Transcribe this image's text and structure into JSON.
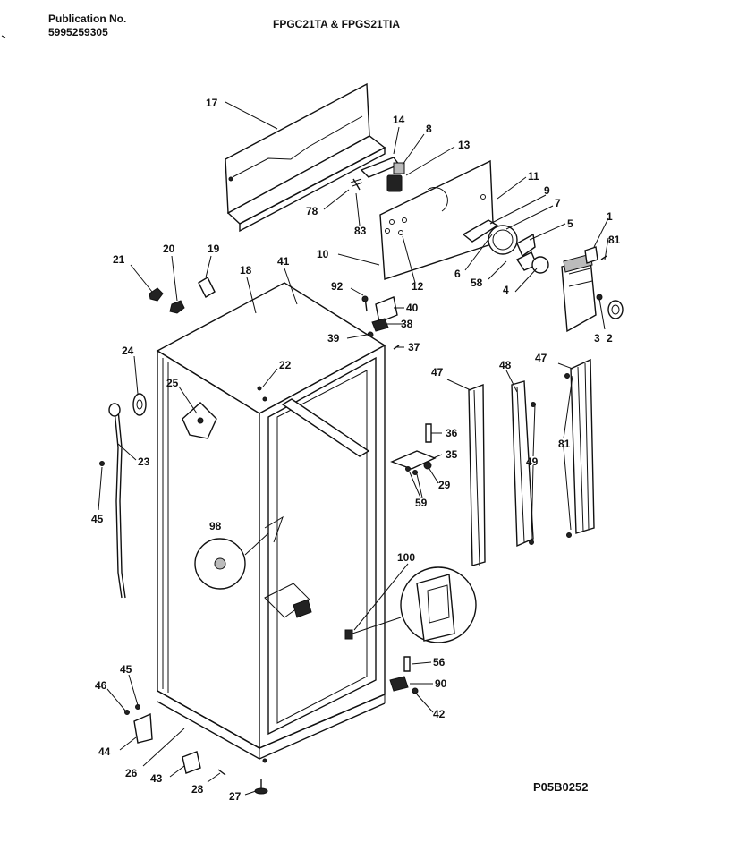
{
  "header": {
    "publication_label": "Publication No.",
    "publication_number": "5995259305",
    "models": "FPGC21TA & FPGS21TIA"
  },
  "footer": {
    "reference_code": "P05B0252"
  },
  "callouts": [
    "17",
    "14",
    "8",
    "13",
    "78",
    "83",
    "11",
    "9",
    "7",
    "10",
    "12",
    "6",
    "58",
    "5",
    "1",
    "81",
    "4",
    "3",
    "2",
    "21",
    "20",
    "19",
    "18",
    "41",
    "92",
    "40",
    "38",
    "39",
    "37",
    "24",
    "25",
    "22",
    "23",
    "45",
    "98",
    "47",
    "48",
    "47",
    "81",
    "49",
    "36",
    "35",
    "29",
    "59",
    "100",
    "56",
    "90",
    "42",
    "45",
    "46",
    "44",
    "26",
    "43",
    "28",
    "27"
  ]
}
